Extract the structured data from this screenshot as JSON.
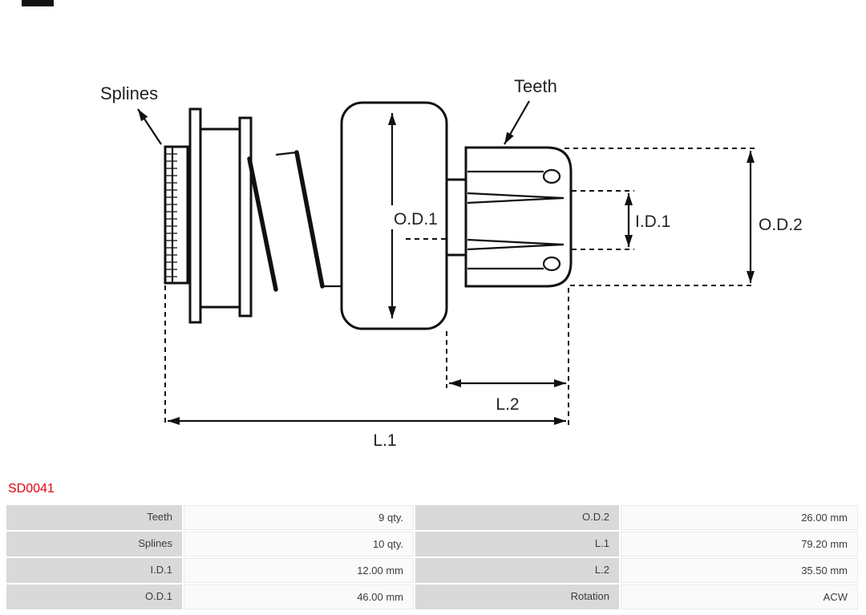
{
  "part_number": "SD0041",
  "colors": {
    "part_number_red": "#e3000f",
    "table_label_bg": "#d9d9d9",
    "line_color": "#111111"
  },
  "diagram": {
    "labels": {
      "splines": "Splines",
      "teeth": "Teeth",
      "od1": "O.D.1",
      "id1": "I.D.1",
      "od2": "O.D.2",
      "l1": "L.1",
      "l2": "L.2"
    }
  },
  "table": {
    "rows": [
      {
        "cells": [
          "Teeth",
          "9 qty.",
          "O.D.2",
          "26.00 mm"
        ]
      },
      {
        "cells": [
          "Splines",
          "10 qty.",
          "L.1",
          "79.20 mm"
        ]
      },
      {
        "cells": [
          "I.D.1",
          "12.00 mm",
          "L.2",
          "35.50 mm"
        ]
      },
      {
        "cells": [
          "O.D.1",
          "46.00 mm",
          "Rotation",
          "ACW"
        ]
      }
    ]
  }
}
